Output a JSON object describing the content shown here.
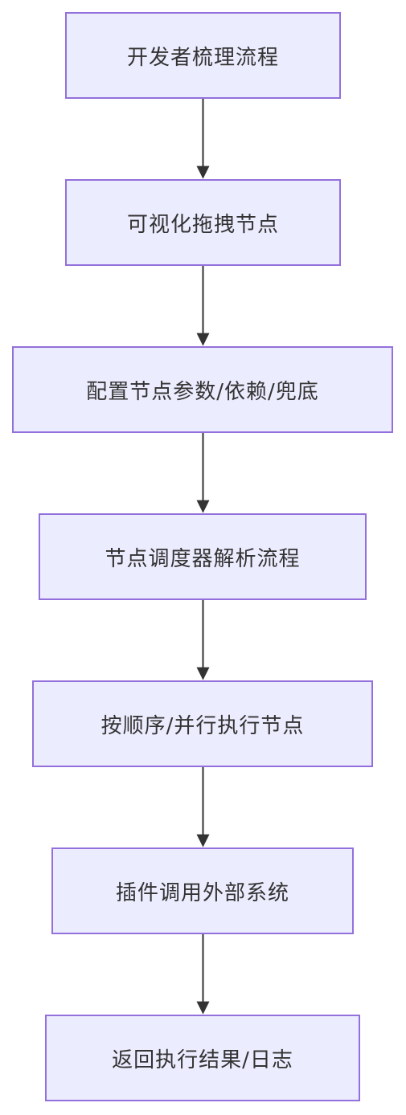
{
  "diagram": {
    "type": "flowchart",
    "direction": "top-to-bottom",
    "colors": {
      "node_fill": "#ececff",
      "node_border": "#9370db",
      "text": "#333333",
      "edge": "#333333"
    },
    "nodes": [
      {
        "id": "n1",
        "label": "开发者梳理流程"
      },
      {
        "id": "n2",
        "label": "可视化拖拽节点"
      },
      {
        "id": "n3",
        "label": "配置节点参数/依赖/兜底"
      },
      {
        "id": "n4",
        "label": "节点调度器解析流程"
      },
      {
        "id": "n5",
        "label": "按顺序/并行执行节点"
      },
      {
        "id": "n6",
        "label": "插件调用外部系统"
      },
      {
        "id": "n7",
        "label": "返回执行结果/日志"
      }
    ],
    "edges": [
      {
        "from": "n1",
        "to": "n2"
      },
      {
        "from": "n2",
        "to": "n3"
      },
      {
        "from": "n3",
        "to": "n4"
      },
      {
        "from": "n4",
        "to": "n5"
      },
      {
        "from": "n5",
        "to": "n6"
      },
      {
        "from": "n6",
        "to": "n7"
      }
    ]
  }
}
